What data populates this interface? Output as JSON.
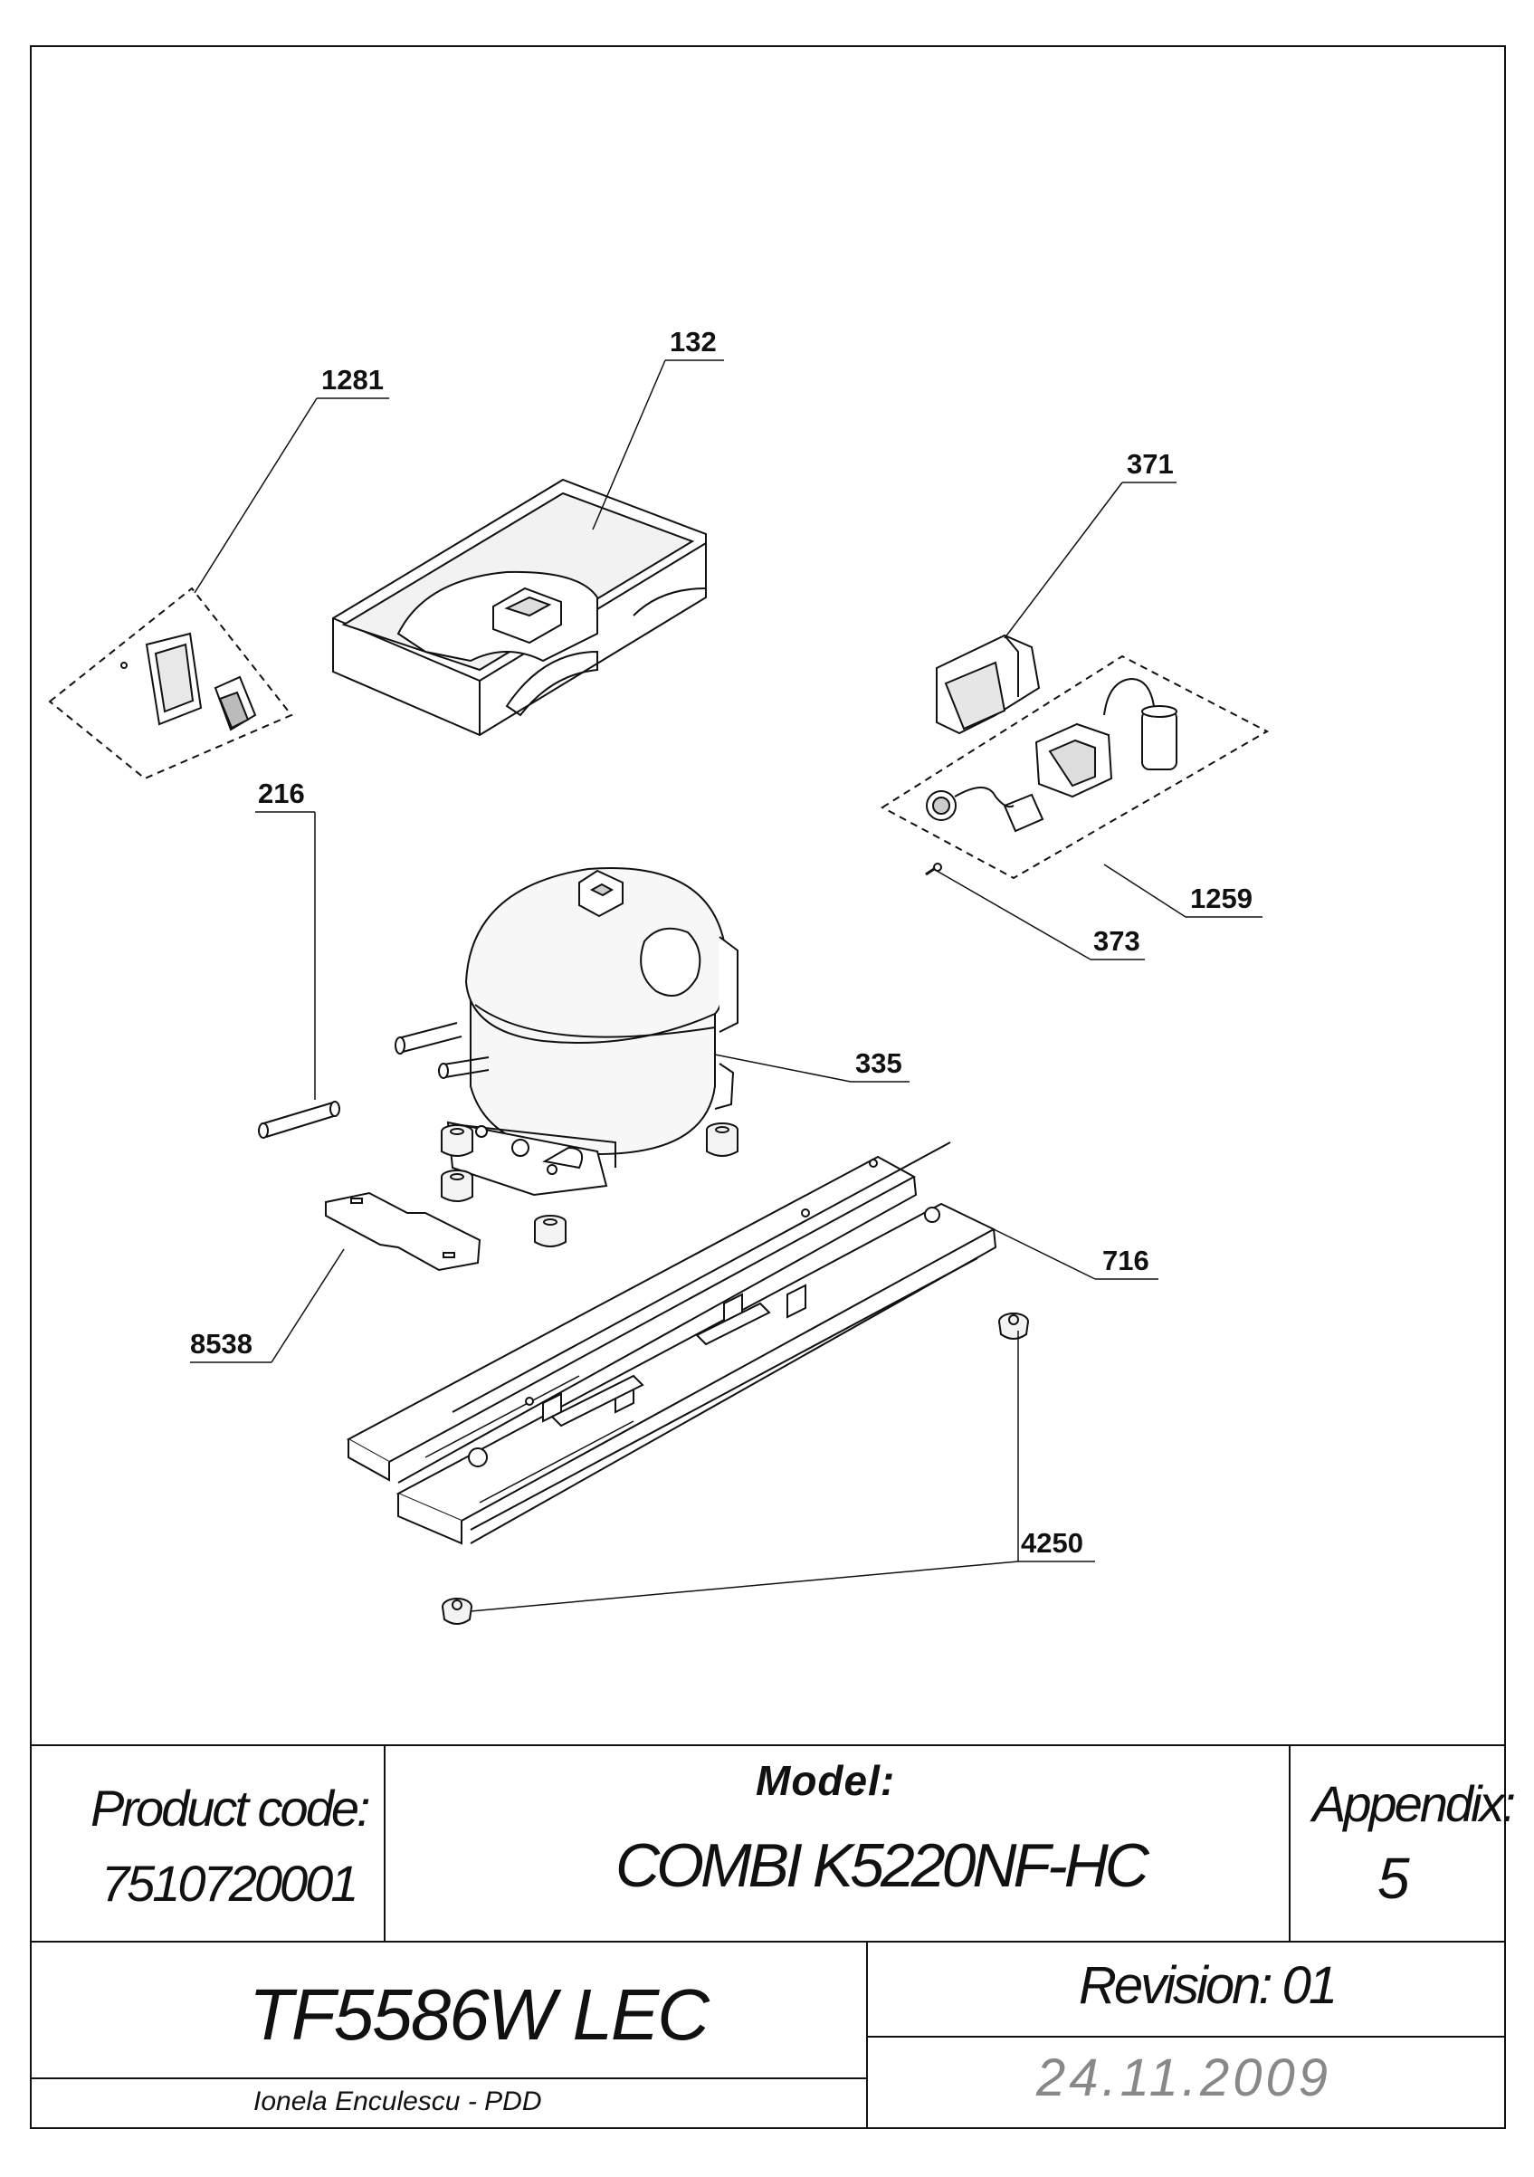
{
  "callouts": [
    {
      "id": "c132",
      "label": "132"
    },
    {
      "id": "c1281",
      "label": "1281"
    },
    {
      "id": "c371",
      "label": "371"
    },
    {
      "id": "c216",
      "label": "216"
    },
    {
      "id": "c1259",
      "label": "1259"
    },
    {
      "id": "c373",
      "label": "373"
    },
    {
      "id": "c335",
      "label": "335"
    },
    {
      "id": "c716",
      "label": "716"
    },
    {
      "id": "c8538",
      "label": "8538"
    },
    {
      "id": "c4250",
      "label": "4250"
    }
  ],
  "title_block": {
    "product_code_label": "Product code:",
    "product_code_value": "7510720001",
    "model_label": "Model:",
    "model_value": "COMBI K5220NF-HC",
    "appendix_label": "Appendix:",
    "appendix_value": "5",
    "part_name": "TF5586W LEC",
    "revision": "Revision: 01",
    "author": "Ionela Enculescu - PDD",
    "date": "24.11.2009"
  }
}
